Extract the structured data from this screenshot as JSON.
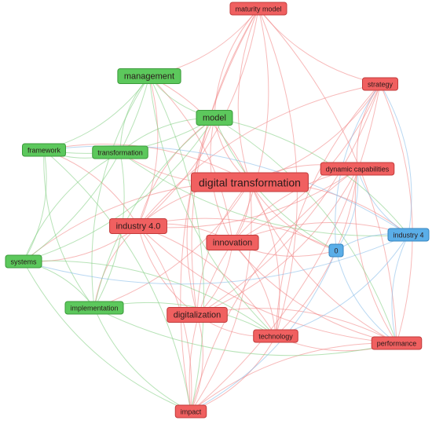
{
  "diagram": {
    "type": "network",
    "clusters": {
      "red": {
        "node_fill": "#f06060",
        "node_stroke": "#c23a3a",
        "edge_color": "#f08080"
      },
      "green": {
        "node_fill": "#5cc85c",
        "node_stroke": "#3a9a3a",
        "edge_color": "#7ccc7c"
      },
      "blue": {
        "node_fill": "#5aaee8",
        "node_stroke": "#3584bf",
        "edge_color": "#80b8e8"
      }
    },
    "nodes": [
      {
        "id": "maturity_model",
        "label": "maturity model",
        "cluster": "red",
        "weight": 1
      },
      {
        "id": "strategy",
        "label": "strategy",
        "cluster": "red",
        "weight": 1
      },
      {
        "id": "dynamic_capabilities",
        "label": "dynamic capabilities",
        "cluster": "red",
        "weight": 1
      },
      {
        "id": "digital_transformation",
        "label": "digital transformation",
        "cluster": "red",
        "weight": 3
      },
      {
        "id": "industry_4_0",
        "label": "industry 4.0",
        "cluster": "red",
        "weight": 2
      },
      {
        "id": "innovation",
        "label": "innovation",
        "cluster": "red",
        "weight": 2
      },
      {
        "id": "digitalization",
        "label": "digitalization",
        "cluster": "red",
        "weight": 2
      },
      {
        "id": "technology",
        "label": "technology",
        "cluster": "red",
        "weight": 1
      },
      {
        "id": "performance",
        "label": "performance",
        "cluster": "red",
        "weight": 1
      },
      {
        "id": "impact",
        "label": "impact",
        "cluster": "red",
        "weight": 1
      },
      {
        "id": "management",
        "label": "management",
        "cluster": "green",
        "weight": 2
      },
      {
        "id": "model",
        "label": "model",
        "cluster": "green",
        "weight": 2
      },
      {
        "id": "framework",
        "label": "framework",
        "cluster": "green",
        "weight": 1
      },
      {
        "id": "transformation",
        "label": "transformation",
        "cluster": "green",
        "weight": 1
      },
      {
        "id": "systems",
        "label": "systems",
        "cluster": "green",
        "weight": 1
      },
      {
        "id": "implementation",
        "label": "implementation",
        "cluster": "green",
        "weight": 1
      },
      {
        "id": "zero",
        "label": "0",
        "cluster": "blue",
        "weight": 1
      },
      {
        "id": "industry_4",
        "label": "industry 4",
        "cluster": "blue",
        "weight": 1
      }
    ],
    "edges": [
      [
        "digital_transformation",
        "maturity_model"
      ],
      [
        "digital_transformation",
        "strategy"
      ],
      [
        "digital_transformation",
        "dynamic_capabilities"
      ],
      [
        "digital_transformation",
        "industry_4_0"
      ],
      [
        "digital_transformation",
        "innovation"
      ],
      [
        "digital_transformation",
        "digitalization"
      ],
      [
        "digital_transformation",
        "technology"
      ],
      [
        "digital_transformation",
        "performance"
      ],
      [
        "digital_transformation",
        "impact"
      ],
      [
        "digital_transformation",
        "management"
      ],
      [
        "digital_transformation",
        "model"
      ],
      [
        "digital_transformation",
        "framework"
      ],
      [
        "digital_transformation",
        "transformation"
      ],
      [
        "digital_transformation",
        "systems"
      ],
      [
        "digital_transformation",
        "implementation"
      ],
      [
        "digital_transformation",
        "zero"
      ],
      [
        "digital_transformation",
        "industry_4"
      ],
      [
        "industry_4_0",
        "maturity_model"
      ],
      [
        "industry_4_0",
        "strategy"
      ],
      [
        "industry_4_0",
        "dynamic_capabilities"
      ],
      [
        "industry_4_0",
        "innovation"
      ],
      [
        "industry_4_0",
        "digitalization"
      ],
      [
        "industry_4_0",
        "technology"
      ],
      [
        "industry_4_0",
        "performance"
      ],
      [
        "industry_4_0",
        "impact"
      ],
      [
        "industry_4_0",
        "management"
      ],
      [
        "industry_4_0",
        "model"
      ],
      [
        "industry_4_0",
        "framework"
      ],
      [
        "industry_4_0",
        "systems"
      ],
      [
        "industry_4_0",
        "implementation"
      ],
      [
        "industry_4_0",
        "zero"
      ],
      [
        "innovation",
        "strategy"
      ],
      [
        "innovation",
        "dynamic_capabilities"
      ],
      [
        "innovation",
        "performance"
      ],
      [
        "innovation",
        "technology"
      ],
      [
        "innovation",
        "impact"
      ],
      [
        "innovation",
        "digitalization"
      ],
      [
        "innovation",
        "maturity_model"
      ],
      [
        "innovation",
        "model"
      ],
      [
        "innovation",
        "management"
      ],
      [
        "innovation",
        "industry_4"
      ],
      [
        "innovation",
        "zero"
      ],
      [
        "digitalization",
        "maturity_model"
      ],
      [
        "digitalization",
        "strategy"
      ],
      [
        "digitalization",
        "impact"
      ],
      [
        "digitalization",
        "technology"
      ],
      [
        "digitalization",
        "performance"
      ],
      [
        "digitalization",
        "dynamic_capabilities"
      ],
      [
        "digitalization",
        "model"
      ],
      [
        "maturity_model",
        "strategy"
      ],
      [
        "maturity_model",
        "technology"
      ],
      [
        "maturity_model",
        "impact"
      ],
      [
        "maturity_model",
        "performance"
      ],
      [
        "maturity_model",
        "model"
      ],
      [
        "maturity_model",
        "management"
      ],
      [
        "strategy",
        "dynamic_capabilities"
      ],
      [
        "strategy",
        "performance"
      ],
      [
        "strategy",
        "technology"
      ],
      [
        "strategy",
        "impact"
      ],
      [
        "dynamic_capabilities",
        "performance"
      ],
      [
        "dynamic_capabilities",
        "technology"
      ],
      [
        "dynamic_capabilities",
        "impact"
      ],
      [
        "technology",
        "impact"
      ],
      [
        "technology",
        "performance"
      ],
      [
        "impact",
        "performance"
      ],
      [
        "management",
        "model"
      ],
      [
        "management",
        "framework"
      ],
      [
        "management",
        "transformation"
      ],
      [
        "management",
        "systems"
      ],
      [
        "management",
        "implementation"
      ],
      [
        "management",
        "impact"
      ],
      [
        "management",
        "technology"
      ],
      [
        "model",
        "framework"
      ],
      [
        "model",
        "transformation"
      ],
      [
        "model",
        "systems"
      ],
      [
        "model",
        "implementation"
      ],
      [
        "model",
        "industry_4"
      ],
      [
        "model",
        "zero"
      ],
      [
        "model",
        "performance"
      ],
      [
        "framework",
        "transformation"
      ],
      [
        "framework",
        "systems"
      ],
      [
        "framework",
        "implementation"
      ],
      [
        "framework",
        "impact"
      ],
      [
        "transformation",
        "systems"
      ],
      [
        "transformation",
        "implementation"
      ],
      [
        "transformation",
        "industry_4"
      ],
      [
        "systems",
        "implementation"
      ],
      [
        "systems",
        "impact"
      ],
      [
        "systems",
        "technology"
      ],
      [
        "implementation",
        "impact"
      ],
      [
        "implementation",
        "technology"
      ],
      [
        "implementation",
        "performance"
      ],
      [
        "zero",
        "industry_4"
      ],
      [
        "zero",
        "performance"
      ],
      [
        "zero",
        "strategy"
      ],
      [
        "zero",
        "dynamic_capabilities"
      ],
      [
        "zero",
        "impact"
      ],
      [
        "industry_4",
        "strategy"
      ],
      [
        "industry_4",
        "dynamic_capabilities"
      ],
      [
        "industry_4",
        "performance"
      ],
      [
        "industry_4",
        "technology"
      ],
      [
        "industry_4",
        "framework"
      ],
      [
        "industry_4",
        "systems"
      ]
    ]
  }
}
